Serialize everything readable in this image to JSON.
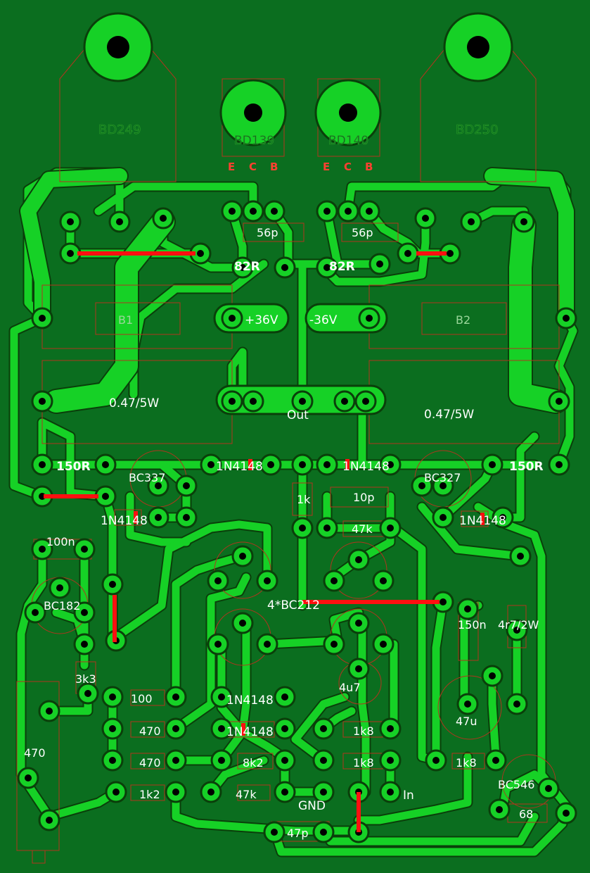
{
  "colors": {
    "board": "#0b6e1f",
    "copper": "#16d126",
    "copper_edge": "#0a3f0a",
    "hole": "#000000",
    "outline": "#b0351e",
    "jumper": "#ff1010",
    "label_white": "#ffffff",
    "label_cb": "#ff4030"
  },
  "transistors": {
    "bd249": "BD249",
    "bd139": "BD139",
    "bd140": "BD140",
    "bd250": "BD250",
    "bc337": "BC337",
    "bc327": "BC327",
    "bc182": "BC182",
    "bc212": "4*BC212",
    "bc546": "BC546"
  },
  "pins": {
    "left_e": "E",
    "left_c": "C",
    "left_b": "B",
    "right_e": "E",
    "right_c": "C",
    "right_b": "B"
  },
  "components": {
    "cap_56p_left": "56p",
    "cap_56p_right": "56p",
    "r_82r_left": "82R",
    "r_82r_right": "82R",
    "b1": "B1",
    "b2": "B2",
    "r_047_left": "0.47/5W",
    "r_047_right": "0.47/5W",
    "r_150r_left": "150R",
    "r_150r_right": "150R",
    "d_1n4148_a": "1N4148",
    "d_1n4148_b": "1N4148",
    "d_1n4148_c": "1N4148",
    "d_1n4148_d": "1N4148",
    "d_1n4148_e": "1N4148",
    "d_1n4148_f": "1N4148",
    "r_1k": "1k",
    "cap_10p": "10p",
    "r_47k_top": "47k",
    "cap_100n_left": "100n",
    "r_3k3": "3k3",
    "cap_150n": "150n",
    "r_4r7": "4r7/2W",
    "r_100": "100",
    "cap_4u7": "4u7",
    "cap_47u": "47u",
    "r_470_a": "470",
    "r_470_b": "470",
    "r_470_pot": "470",
    "r_1k8_a": "1k8",
    "r_1k8_b": "1k8",
    "r_1k8_c": "1k8",
    "r_8k2": "8k2",
    "r_1k2": "1k2",
    "r_47k_bottom": "47k",
    "r_68": "68",
    "cap_47p": "47p"
  },
  "terminals": {
    "plus_supply": "+36V",
    "minus_supply": "-36V",
    "out": "Out",
    "gnd": "GND",
    "in": "In"
  }
}
